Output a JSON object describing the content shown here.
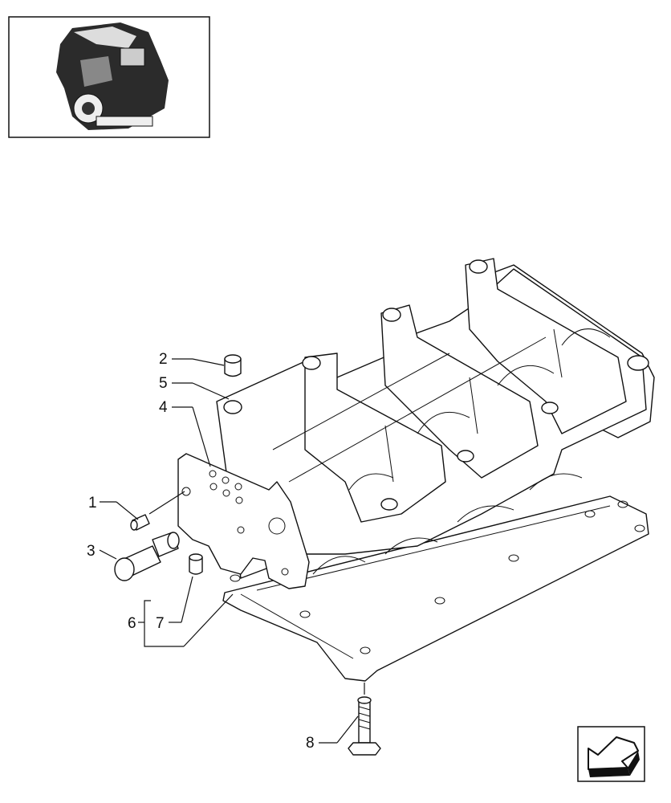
{
  "thumbnail": {
    "icon": "engine-thumbnail-icon"
  },
  "callouts": [
    {
      "label": "1"
    },
    {
      "label": "2"
    },
    {
      "label": "3"
    },
    {
      "label": "4"
    },
    {
      "label": "5"
    },
    {
      "label": "6"
    },
    {
      "label": "7"
    },
    {
      "label": "8"
    }
  ],
  "nav": {
    "icon": "next-page-arrow-icon"
  },
  "colors": {
    "ink": "#111111",
    "paper": "#ffffff"
  }
}
